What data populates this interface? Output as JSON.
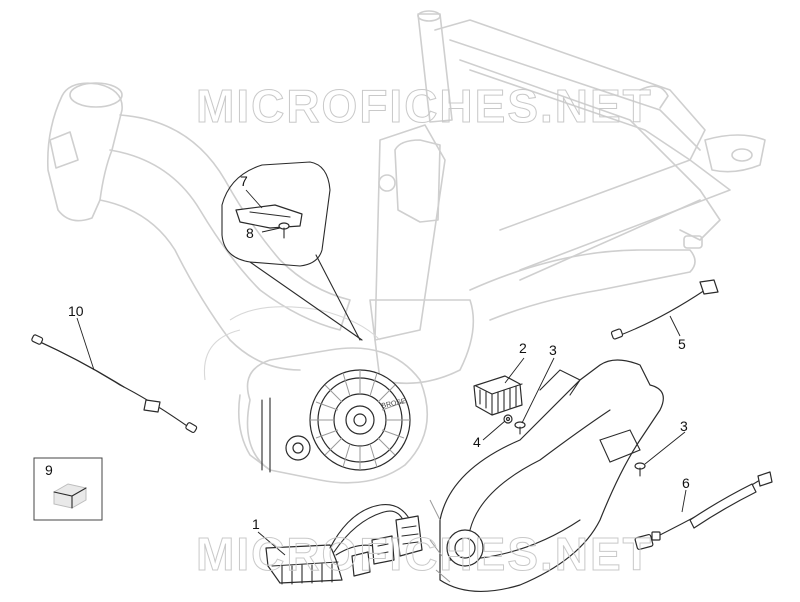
{
  "watermark": {
    "text": "MICROFICHES.NET"
  },
  "callouts": [
    {
      "id": "part-1",
      "label": "1"
    },
    {
      "id": "part-2",
      "label": "2"
    },
    {
      "id": "part-3a",
      "label": "3"
    },
    {
      "id": "part-3b",
      "label": "3"
    },
    {
      "id": "part-4",
      "label": "4"
    },
    {
      "id": "part-5",
      "label": "5"
    },
    {
      "id": "part-6",
      "label": "6"
    },
    {
      "id": "part-7",
      "label": "7"
    },
    {
      "id": "part-8",
      "label": "8"
    },
    {
      "id": "part-9",
      "label": "9"
    },
    {
      "id": "part-10",
      "label": "10"
    }
  ],
  "motor": {
    "brand_text": "BROSE"
  }
}
